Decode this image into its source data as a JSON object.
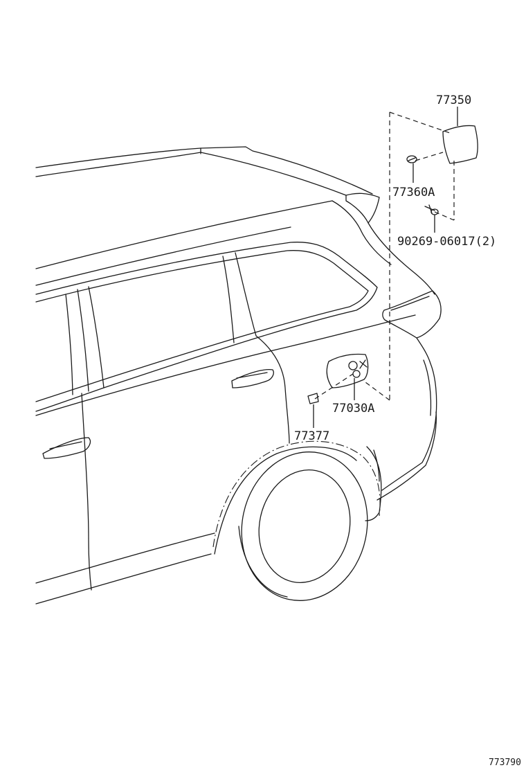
{
  "diagram": {
    "parts": [
      {
        "id": "p1",
        "number": "77350"
      },
      {
        "id": "p2",
        "number": "77360A"
      },
      {
        "id": "p3",
        "number": "90269-06017(2)"
      },
      {
        "id": "p4",
        "number": "77030A"
      },
      {
        "id": "p5",
        "number": "77377"
      }
    ],
    "figure_ref": "773790"
  }
}
